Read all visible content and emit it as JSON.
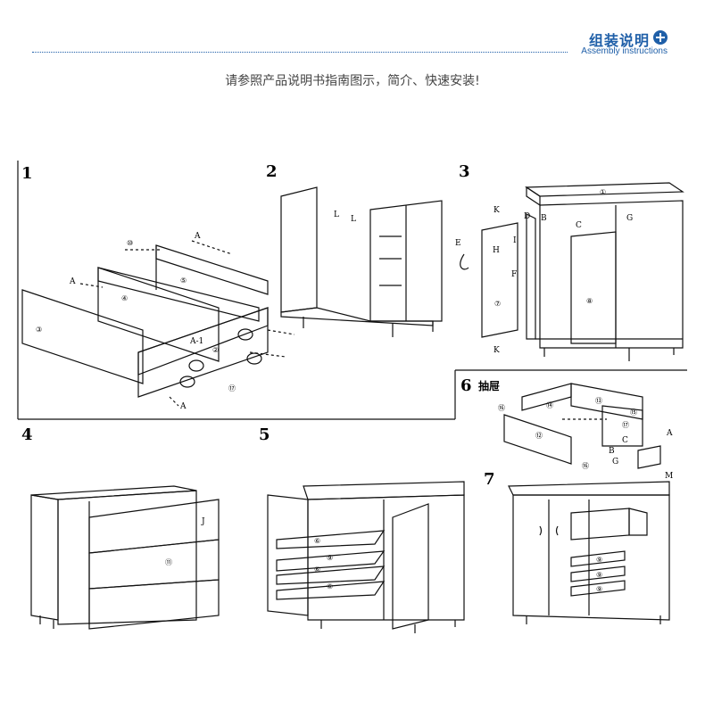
{
  "header": {
    "title": "组装说明",
    "subtitle_en": "Assembly instructions",
    "accent_color": "#1f5fa8"
  },
  "intro": "请参照产品说明书指南图示，简介、快速安装!",
  "steps": [
    {
      "number": "1"
    },
    {
      "number": "2"
    },
    {
      "number": "3"
    },
    {
      "number": "4"
    },
    {
      "number": "5"
    },
    {
      "number": "6",
      "label": "抽屉"
    },
    {
      "number": "7"
    }
  ],
  "part_labels": {
    "step1": [
      "⑩",
      "A",
      "A",
      "④",
      "⑤",
      "③",
      "A-1",
      "②",
      "⑰",
      "A"
    ],
    "step2": [
      "L",
      "L"
    ],
    "step3": [
      "①",
      "K",
      "D",
      "B",
      "C",
      "G",
      "E",
      "H",
      "I",
      "F",
      "⑦",
      "⑧",
      "K"
    ],
    "step4": [
      "J",
      "⑪"
    ],
    "step5": [
      "⑥",
      "⑨",
      "⑥",
      "⑥"
    ],
    "step6": [
      "⑭",
      "⑬",
      "⑮",
      "⑯",
      "⑰",
      "⑫",
      "C",
      "A",
      "B",
      "G",
      "⑯",
      "M"
    ],
    "step7": [
      "⑨",
      "⑨",
      "⑨"
    ]
  }
}
